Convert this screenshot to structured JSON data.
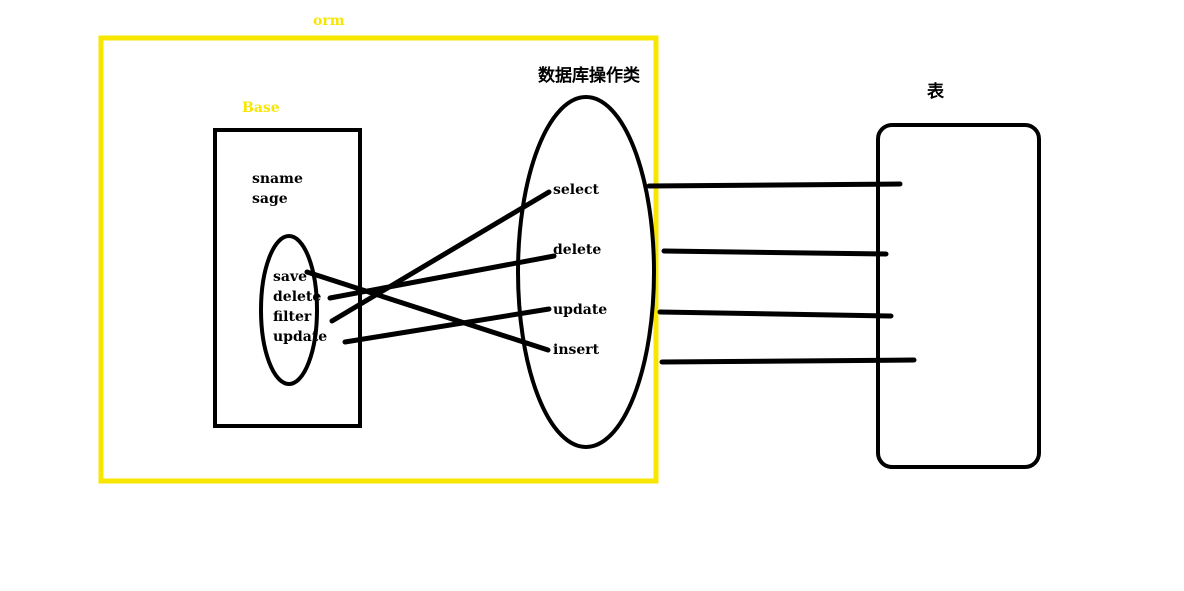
{
  "orm_label": "orm",
  "base_label": "Base",
  "base_fields": [
    "sname",
    "sage"
  ],
  "base_methods": [
    "save",
    "delete",
    "filter",
    "update"
  ],
  "db_class_label": "数据库操作类",
  "db_methods": [
    "select",
    "delete",
    "update",
    "insert"
  ],
  "table_label": "表",
  "colors": {
    "orm_border": "#f7e600",
    "line": "#000000"
  }
}
